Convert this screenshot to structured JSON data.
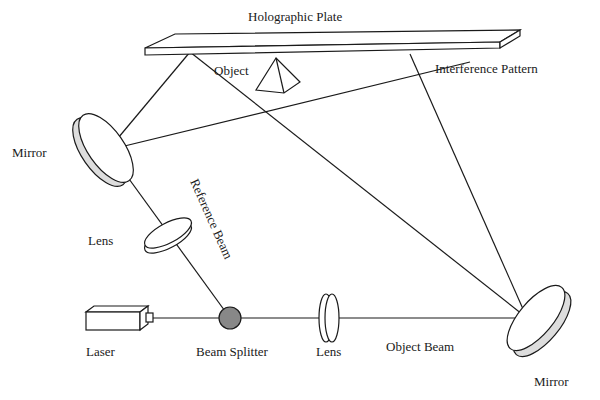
{
  "diagram": {
    "labels": [
      "Holographic Plate",
      "Object",
      "Interference Pattern",
      "Mirror",
      "Reference Beam",
      "Lens",
      "Laser",
      "Beam Splitter",
      "Lens",
      "Object Beam",
      "Mirror"
    ]
  }
}
